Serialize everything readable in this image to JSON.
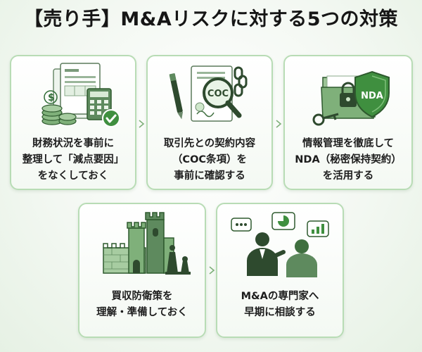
{
  "title": "【売り手】M&Aリスクに対する5つの対策",
  "steps": [
    {
      "lines": [
        "財務状況を事前に",
        "整理して「減点要因」",
        "をなくしておく"
      ],
      "icon": "financial-documents-icon"
    },
    {
      "lines": [
        "取引先との契約内容",
        "（COC条項）を",
        "事前に確認する"
      ],
      "icon": "contract-magnifier-icon",
      "badge": "COC"
    },
    {
      "lines": [
        "情報管理を徹底して",
        "NDA（秘密保持契約）",
        "を活用する"
      ],
      "icon": "nda-shield-icon",
      "badge": "NDA"
    },
    {
      "lines": [
        "買収防衛策を",
        "理解・準備しておく"
      ],
      "icon": "castle-chess-icon"
    },
    {
      "lines": [
        "M&Aの専門家へ",
        "早期に相談する"
      ],
      "icon": "consultation-icon"
    }
  ],
  "colors": {
    "accent": "#3f8f3f",
    "dark_green": "#2e6b34",
    "light_green": "#cfe7cb",
    "border": "#b8dcb5"
  }
}
